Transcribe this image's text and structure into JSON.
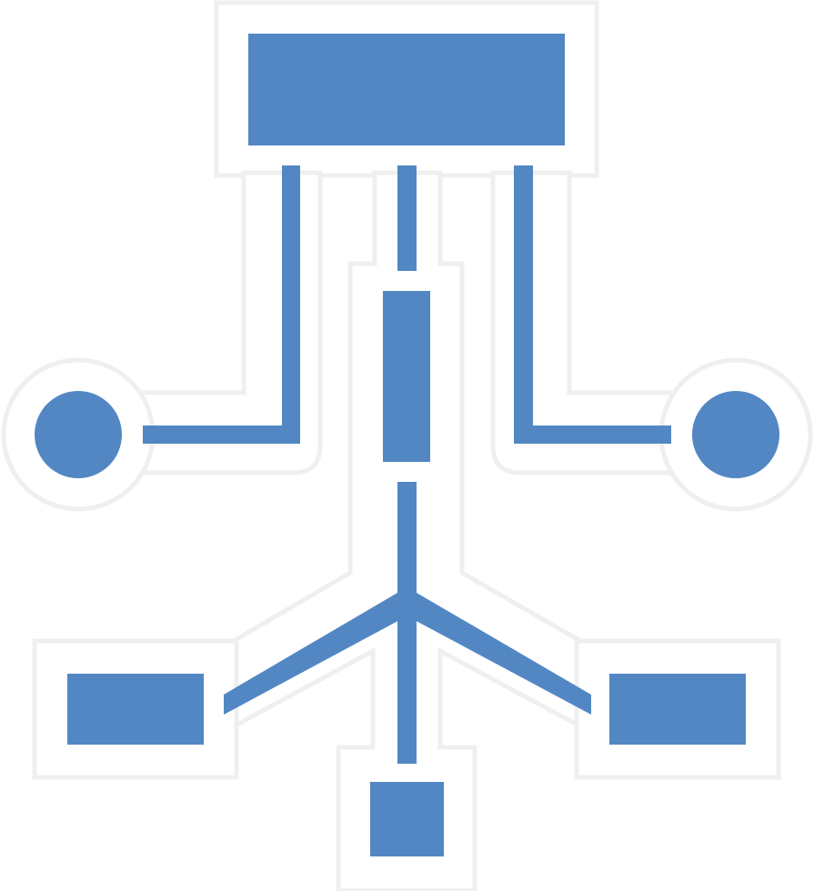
{
  "icon": {
    "name": "network-hierarchy-icon",
    "style": "sticker-glyph",
    "colors": {
      "fill": "#5287c3",
      "outline": "#efefef",
      "background": "#ffffff"
    },
    "nodes": [
      {
        "name": "top-box",
        "shape": "rectangle"
      },
      {
        "name": "center-box",
        "shape": "rectangle"
      },
      {
        "name": "left-dot",
        "shape": "circle"
      },
      {
        "name": "right-dot",
        "shape": "circle"
      },
      {
        "name": "bottom-left-box",
        "shape": "rectangle"
      },
      {
        "name": "bottom-right-box",
        "shape": "rectangle"
      },
      {
        "name": "bottom-center-box",
        "shape": "square"
      }
    ]
  }
}
